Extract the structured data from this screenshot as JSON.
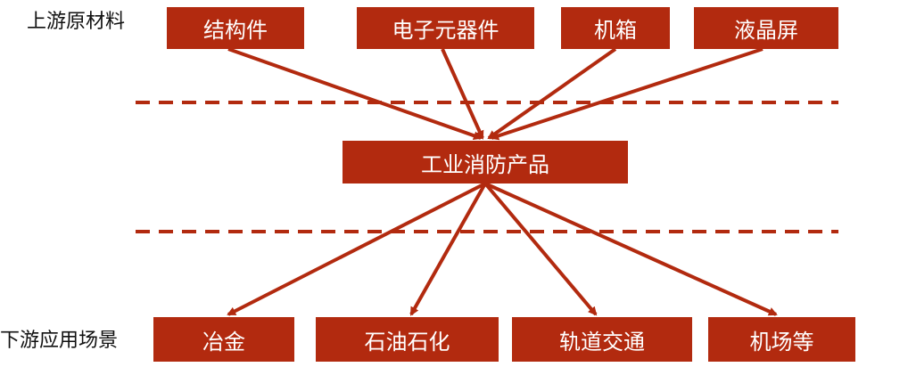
{
  "labels": {
    "upstream": "上游原材料",
    "downstream": "下游应用场景"
  },
  "upstream_items": [
    "结构件",
    "电子元器件",
    "机箱",
    "液晶屏"
  ],
  "center_item": "工业消防产品",
  "downstream_items": [
    "冶金",
    "石油石化",
    "轨道交通",
    "机场等"
  ],
  "colors": {
    "box_fill": "#b22a0f",
    "connector": "#b22a0f",
    "box_text": "#ffffff",
    "label_text": "#111111"
  }
}
